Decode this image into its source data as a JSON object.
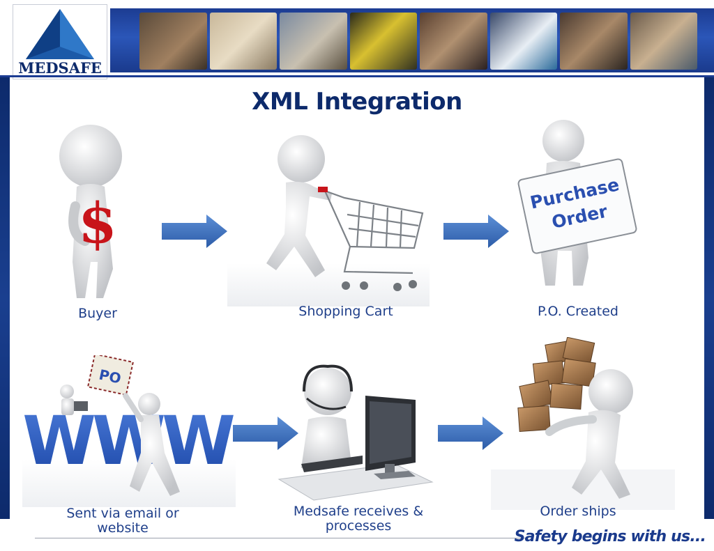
{
  "brand": {
    "logo_text": "MEDSAFE",
    "tagline": "Safety begins with us...",
    "colors": {
      "navy": "#0d2a6b",
      "royal": "#1c3c92",
      "arrow": "#3a6fbe",
      "label": "#1f3f8a"
    }
  },
  "slide": {
    "title": "XML Integration"
  },
  "steps": [
    {
      "label": "Buyer",
      "icon": "buyer-dollar-figure-icon",
      "sign_text": ""
    },
    {
      "label": "Shopping Cart",
      "icon": "shopping-cart-figure-icon",
      "sign_text": ""
    },
    {
      "label": "P.O. Created",
      "icon": "purchase-order-sign-figure-icon",
      "sign_text": "Purchase Order"
    },
    {
      "label": "Sent via email or website",
      "icon": "www-po-envelope-figure-icon",
      "sign_text": "PO"
    },
    {
      "label": "Medsafe receives & processes",
      "icon": "headset-computer-figure-icon",
      "sign_text": ""
    },
    {
      "label": "Order ships",
      "icon": "boxes-carrier-figure-icon",
      "sign_text": ""
    }
  ],
  "sign_lines": {
    "purchase": "Purchase",
    "order": "Order",
    "po": "PO",
    "www": "WWW"
  }
}
